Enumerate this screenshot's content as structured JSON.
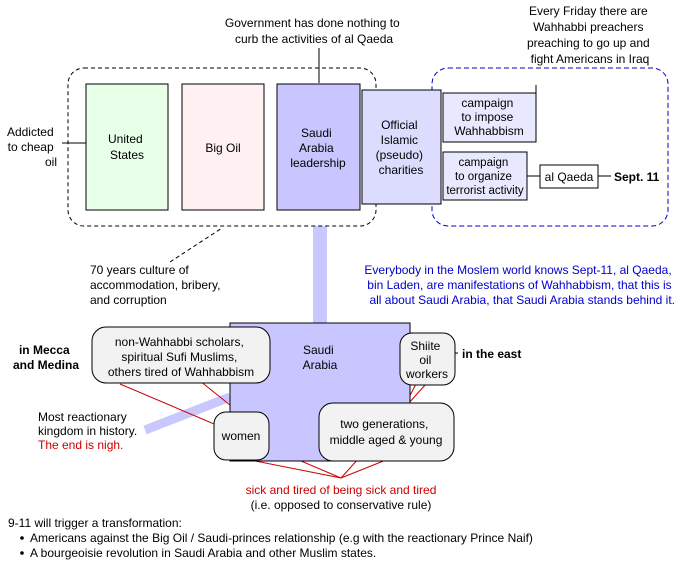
{
  "top_annotations": {
    "government": [
      "Government has done nothing to",
      "curb the activities of al Qaeda"
    ],
    "friday": [
      "Every Friday there are",
      "Wahhabbi preachers",
      "preaching to go up and",
      "fight Americans in Iraq"
    ],
    "addicted": [
      "Addicted",
      "to cheap",
      "oil"
    ]
  },
  "boxes": {
    "united_states": [
      "United",
      "States"
    ],
    "big_oil": [
      "Big Oil"
    ],
    "saudi_leadership": [
      "Saudi",
      "Arabia",
      "leadership"
    ],
    "charities": [
      "Official",
      "Islamic",
      "(pseudo)",
      "charities"
    ],
    "campaign_impose": [
      "campaign",
      "to impose",
      "Wahhabbism"
    ],
    "campaign_organize": [
      "campaign",
      "to organize",
      "terrorist activity"
    ],
    "al_qaeda": [
      "al Qaeda"
    ],
    "sept11": "Sept. 11"
  },
  "culture_note": [
    "70 years culture of",
    "accommodation, bribery,",
    "and corruption"
  ],
  "moslem_note": [
    "Everybody in the Moslem world knows Sept-11, al Qaeda,",
    "bin Laden, are manifestations of Wahhabbism, that this is",
    "all about Saudi Arabia, that Saudi Arabia stands behind it."
  ],
  "saudi_arabia": [
    "Saudi",
    "Arabia"
  ],
  "groups": {
    "scholars": [
      "non-Wahhabbi scholars,",
      "spiritual Sufi Muslims,",
      "others tired of Wahhabbism"
    ],
    "shiite": [
      "Shiite",
      "oil",
      "workers"
    ],
    "women": [
      "women"
    ],
    "generations": [
      "two generations,",
      "middle aged & young"
    ]
  },
  "regions": {
    "mecca": [
      "in Mecca",
      "and Medina"
    ],
    "east": "in the east"
  },
  "reactionary": {
    "lines": [
      "Most reactionary",
      "kingdom in history."
    ],
    "end": "The end is nigh."
  },
  "sick_tired": {
    "main": "sick and tired of being sick and tired",
    "sub": "(i.e. opposed to conservative rule)"
  },
  "transformation": {
    "intro": "9-11 will trigger a transformation:",
    "bullets": [
      "Americans against the Big Oil / Saudi-princes relationship (e.g with the reactionary Prince Naif)",
      "A bourgeoisie revolution in Saudi Arabia and other Muslim states."
    ]
  },
  "colors": {
    "us_fill": "#e8ffe8",
    "bigoil_fill": "#fff0f2",
    "saudi_fill": "#c9c6ff",
    "charity_fill": "#dcdcff",
    "campaign_fill": "#e8e8ff",
    "group_fill": "#f2f2f2",
    "thick_line": "#c8c8ff",
    "red": "#cc0000",
    "blue": "#0000cc"
  }
}
